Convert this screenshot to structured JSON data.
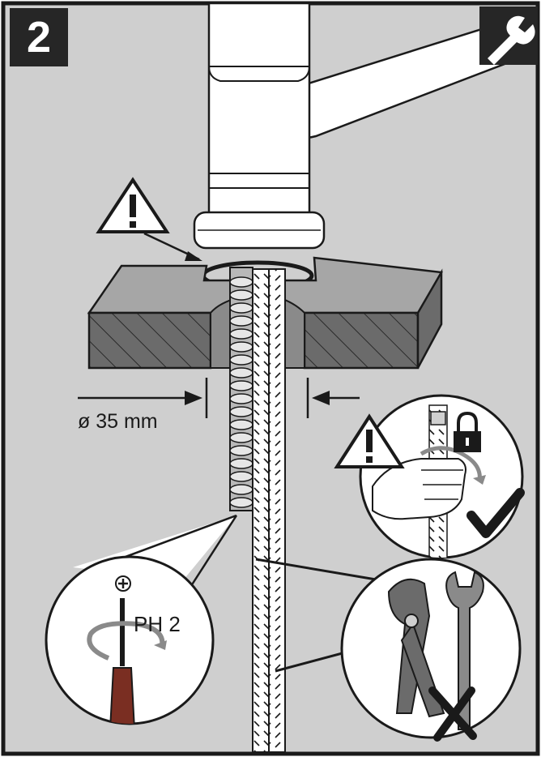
{
  "step": {
    "number": "2"
  },
  "annotations": {
    "hole_diameter": "ø 35 mm",
    "screwdriver_bit": "PH 2"
  },
  "icons": {
    "tool_corner": "wrench-icon",
    "warning_top": "warning-triangle-icon",
    "warning_hose": "warning-triangle-icon",
    "lock": "lock-icon",
    "correct": "checkmark-icon",
    "incorrect": "x-mark-icon",
    "bit_head": "phillips-head-icon"
  },
  "colors": {
    "background": "#cfcfcf",
    "dark": "#262626",
    "outline": "#1a1a1a",
    "white": "#ffffff",
    "counter_top": "#a6a6a6",
    "counter_front": "#6b6b6b",
    "arrow_gray": "#8a8a8a",
    "screwdriver_handle": "#a52a2a"
  }
}
